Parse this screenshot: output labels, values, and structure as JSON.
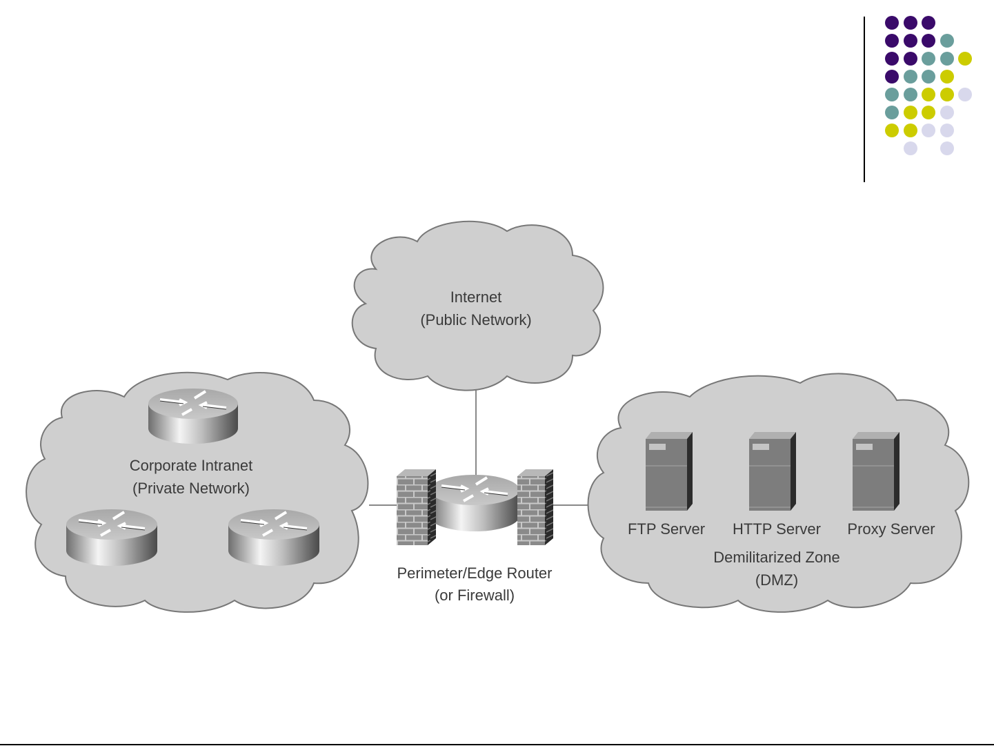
{
  "slide": {
    "decoration": {
      "colors": {
        "purple": "#3a0a6a",
        "teal": "#6a9e9c",
        "yellow": "#cccc00",
        "lavender": "#d8d8ec"
      },
      "rows": [
        [
          "purple",
          "purple",
          "purple",
          null,
          null
        ],
        [
          "purple",
          "purple",
          "purple",
          "teal",
          null
        ],
        [
          "purple",
          "purple",
          "teal",
          "teal",
          "yellow"
        ],
        [
          "purple",
          "teal",
          "teal",
          "yellow",
          null
        ],
        [
          "teal",
          "teal",
          "yellow",
          "yellow",
          "lavender"
        ],
        [
          "teal",
          "yellow",
          "yellow",
          "lavender",
          null
        ],
        [
          "yellow",
          "yellow",
          "lavender",
          "lavender",
          null
        ],
        [
          null,
          "lavender",
          null,
          "lavender",
          null
        ]
      ]
    }
  },
  "diagram": {
    "internet": {
      "line1": "Internet",
      "line2": "(Public Network)"
    },
    "intranet": {
      "line1": "Corporate Intranet",
      "line2": "(Private Network)"
    },
    "edge": {
      "line1": "Perimeter/Edge Router",
      "line2": "(or Firewall)"
    },
    "dmz": {
      "line1": "Demilitarized Zone",
      "line2": "(DMZ)",
      "servers": [
        {
          "label": "FTP Server"
        },
        {
          "label": "HTTP Server"
        },
        {
          "label": "Proxy Server"
        }
      ]
    },
    "colors": {
      "cloud_fill": "#cfcfcf",
      "cloud_stroke": "#7a7a7a",
      "line": "#888888"
    }
  }
}
